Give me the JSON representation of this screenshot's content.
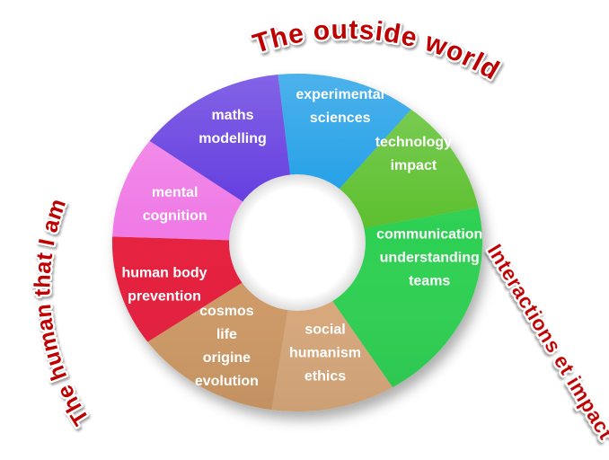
{
  "page": {
    "background": "#ffffff"
  },
  "chart_data": {
    "type": "pie",
    "variant": "donut-wheel-diagram",
    "legend_position": "none",
    "text_color": "#ffffff",
    "outer_labels": {
      "top": {
        "text": "The outside world",
        "color": "#bf0000"
      },
      "right": {
        "text": "Interactions et impact",
        "color": "#bf0000"
      },
      "left": {
        "text": "The human that I am",
        "color": "#bf0000"
      }
    },
    "segments": [
      {
        "id": "experimental-sciences",
        "lines": [
          "experimental",
          "sciences"
        ],
        "color": "#1a9ce6",
        "start_angle": -6,
        "end_angle": 38,
        "label_angle": 16,
        "label_radius": 0.84
      },
      {
        "id": "technology-impact",
        "lines": [
          "technology",
          "impact"
        ],
        "color": "#5dc02f",
        "start_angle": 38,
        "end_angle": 78,
        "label_angle": 50,
        "label_radius": 0.82
      },
      {
        "id": "communication-understanding-teams",
        "lines": [
          "communication",
          "understanding",
          "teams"
        ],
        "color": "#2ed053",
        "start_angle": 78,
        "end_angle": 149,
        "label_angle": 97,
        "label_radius": 0.72
      },
      {
        "id": "social-humanism-ethics",
        "lines": [
          "social",
          "humanism",
          "ethics"
        ],
        "color": "#d9a97c",
        "start_angle": 149,
        "end_angle": 188,
        "label_angle": 167,
        "label_radius": 0.67
      },
      {
        "id": "cosmos-life-origine-evolution",
        "lines": [
          "cosmos",
          "life",
          "origine",
          "evolution"
        ],
        "color": "#cf9a67",
        "start_angle": 188,
        "end_angle": 234,
        "label_angle": 212,
        "label_radius": 0.72
      },
      {
        "id": "human-body-prevention",
        "lines": [
          "human body",
          "prevention"
        ],
        "color": "#e5203e",
        "start_angle": 234,
        "end_angle": 272,
        "label_angle": 251,
        "label_radius": 0.76
      },
      {
        "id": "mental-cognition",
        "lines": [
          "mental",
          "cognition"
        ],
        "color": "#f07ae6",
        "start_angle": 272,
        "end_angle": 307,
        "label_angle": 289,
        "label_radius": 0.7
      },
      {
        "id": "maths-modelling",
        "lines": [
          "maths",
          "modelling"
        ],
        "color": "#6038df",
        "start_angle": 307,
        "end_angle": 354,
        "label_angle": 333,
        "label_radius": 0.77
      }
    ]
  }
}
